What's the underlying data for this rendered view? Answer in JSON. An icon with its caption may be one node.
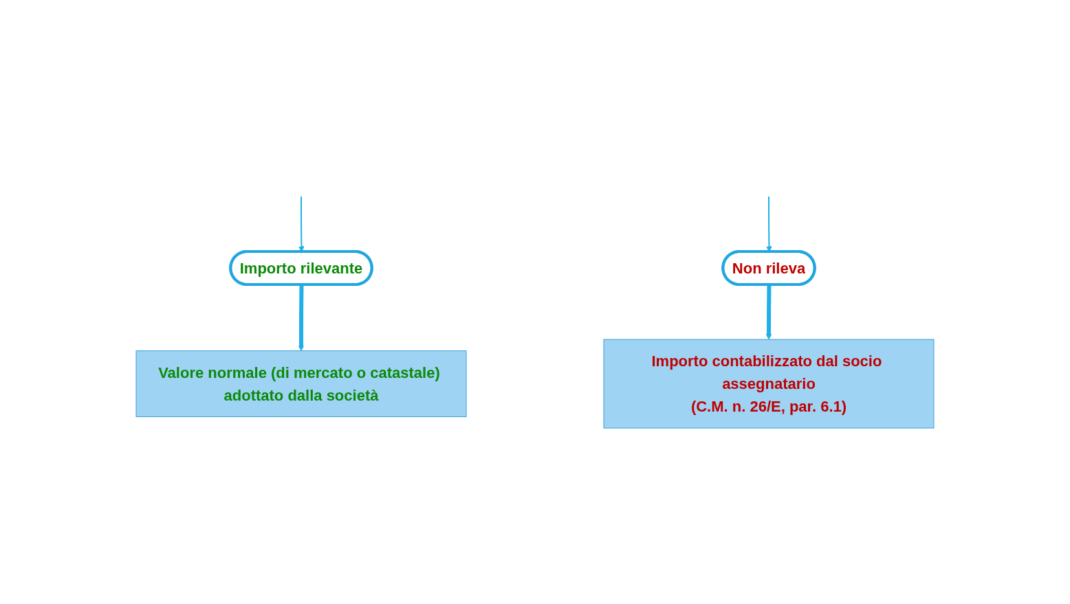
{
  "diagram": {
    "nodes": [
      {
        "text": [
          "Importo rilevante"
        ]
      },
      {
        "text": [
          "Non rileva"
        ]
      },
      {
        "text": [
          "Valore normale (di mercato o catastale) adottato dalla società"
        ]
      },
      {
        "text": [
          "Importo contabilizzato dal socio assegnatario",
          "(C.M. n. 26/E, par. 6.1)"
        ]
      }
    ],
    "edges": [
      {
        "from": null,
        "to": 0,
        "arrow": "to"
      },
      {
        "from": null,
        "to": 1,
        "arrow": "to"
      },
      {
        "from": 0,
        "to": 2,
        "arrow": "to",
        "style": "thick"
      },
      {
        "from": 1,
        "to": 3,
        "arrow": "to",
        "style": "thick"
      }
    ]
  }
}
